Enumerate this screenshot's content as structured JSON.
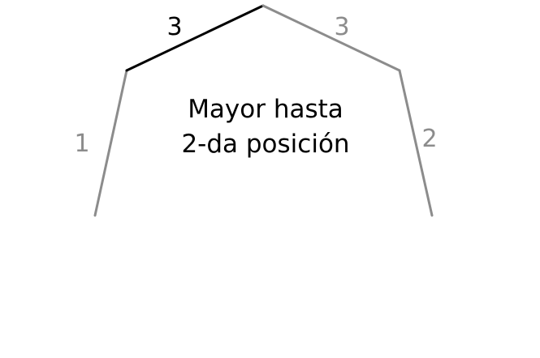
{
  "diagram": {
    "caption_line1": "Mayor hasta",
    "caption_line2": "2-da posición",
    "edges": [
      {
        "label": "1",
        "color": "#8c8c8c",
        "highlighted": false
      },
      {
        "label": "3",
        "color": "#000000",
        "highlighted": true
      },
      {
        "label": "3",
        "color": "#8c8c8c",
        "highlighted": false
      },
      {
        "label": "2",
        "color": "#8c8c8c",
        "highlighted": false
      }
    ]
  }
}
